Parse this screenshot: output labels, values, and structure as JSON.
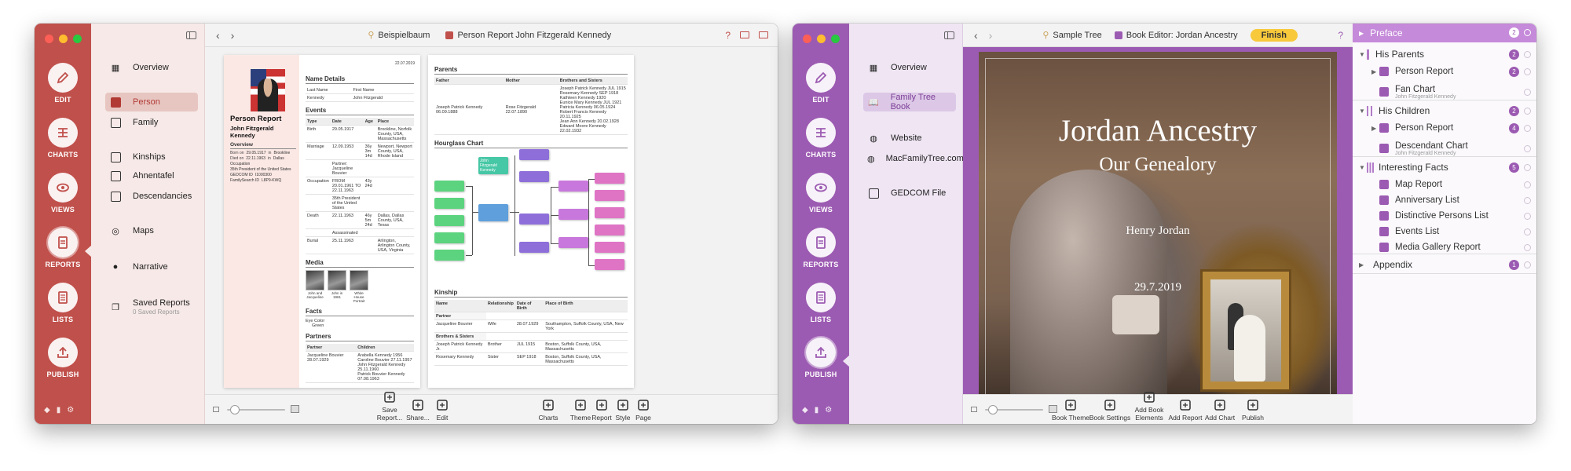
{
  "left_window": {
    "rail": [
      {
        "label": "EDIT",
        "icon": "pencil-icon"
      },
      {
        "label": "CHARTS",
        "icon": "chart-icon"
      },
      {
        "label": "VIEWS",
        "icon": "eye-icon"
      },
      {
        "label": "REPORTS",
        "icon": "report-icon"
      },
      {
        "label": "LISTS",
        "icon": "list-icon"
      },
      {
        "label": "PUBLISH",
        "icon": "upload-icon"
      }
    ],
    "nav": [
      {
        "label": "Overview",
        "icon": "grid-icon"
      },
      {
        "label": "Person",
        "icon": "person-icon"
      },
      {
        "label": "Family",
        "icon": "family-icon"
      },
      {
        "label": "Kinships",
        "icon": "kinship-icon"
      },
      {
        "label": "Ahnentafel",
        "icon": "ahnentafel-icon"
      },
      {
        "label": "Descendancies",
        "icon": "descendancy-icon"
      },
      {
        "label": "Maps",
        "icon": "map-icon"
      },
      {
        "label": "Narrative",
        "icon": "narrative-icon"
      },
      {
        "label": "Saved Reports",
        "sub": "0 Saved Reports",
        "icon": "stack-icon"
      }
    ],
    "toolbar": {
      "tree": "Beispielbaum",
      "doc": "Person Report John Fitzgerald Kennedy"
    },
    "bottom": [
      "Save Report...",
      "Share...",
      "Edit",
      "Charts",
      "Theme",
      "Report",
      "Style",
      "Page"
    ],
    "page1": {
      "date": "22.07.2019",
      "title": "Person Report",
      "name": "John Fitzgerald Kennedy",
      "overview_h": "Overview",
      "overview": [
        "Born on",
        "29.05.1917",
        "in",
        "Brookline",
        "Died on",
        "22.11.1963",
        "in",
        "Dallas",
        "Occupation",
        "35th President of the United States",
        "GEDCOM ID",
        "I1000300",
        "FamilySearch ID",
        "L8P9-KWQ"
      ],
      "name_h": "Name Details",
      "name_rows": [
        [
          "Last Name",
          "First Name"
        ],
        [
          "Kennedy",
          "John Fitzgerald"
        ]
      ],
      "events_h": "Events",
      "events_head": [
        "Type",
        "Date",
        "Age",
        "Place"
      ],
      "events": [
        [
          "Birth",
          "29.05.1917",
          "",
          "Brookline, Norfolk County, USA, Massachusetts"
        ],
        [
          "Marriage",
          "12.09.1953",
          "36y 3m 14d",
          "Newport, Newport County, USA, Rhode Island"
        ],
        [
          "",
          "Partner: Jacqueline Bouvier",
          "",
          ""
        ],
        [
          "Occupation",
          "FROM 20.01.1961 TO 22.11.1963",
          "43y 24d",
          ""
        ],
        [
          "",
          "35th President of the United States",
          "",
          ""
        ],
        [
          "Death",
          "22.11.1963",
          "46y 5m 24d",
          "Dallas, Dallas County, USA, Texas"
        ],
        [
          "",
          "Assassinated",
          "",
          ""
        ],
        [
          "Burial",
          "25.11.1963",
          "",
          "Arlington, Arlington County, USA, Virginia"
        ]
      ],
      "media_h": "Media",
      "media": [
        "John and Jacqueline",
        "John in 1961",
        "White House Portrait"
      ],
      "facts_h": "Facts",
      "facts": [
        "Eye Color",
        "Green"
      ],
      "partners_h": "Partners",
      "partners_head": [
        "Partner",
        "Children"
      ],
      "partner": "Jacqueline Bouvier 28.07.1929",
      "children": [
        "Arabella Kennedy 1956",
        "Caroline Bouvier 27.11.1957",
        "John Fitzgerald Kennedy 25.11.1960",
        "Patrick Bouvier Kennedy 07.08.1963"
      ]
    },
    "page2": {
      "parents_h": "Parents",
      "parents_head": [
        "Father",
        "Mother",
        "Brothers and Sisters"
      ],
      "father": "Joseph Patrick Kennedy 06.09.1888",
      "mother": "Rose Fitzgerald 22.07.1890",
      "siblings": [
        "Joseph Patrick Kennedy JUL 1915",
        "Rosemary Kennedy SEP 1918",
        "Kathleen Kennedy 1920",
        "Eunice Mary Kennedy JUL 1921",
        "Patricia Kennedy 06.05.1924",
        "Robert Francis Kennedy 20.11.1925",
        "Jean Ann Kennedy 20.02.1928",
        "Edward Moore Kennedy 22.02.1932"
      ],
      "hourglass_h": "Hourglass Chart",
      "center_box": "John Fitzgerald Kennedy",
      "kinship_h": "Kinship",
      "kinship_head": [
        "Name",
        "Relationship",
        "Date of Birth",
        "Place of Birth"
      ],
      "kinship": [
        [
          "Partner",
          "",
          "",
          ""
        ],
        [
          "Jacqueline Bouvier",
          "Wife",
          "28.07.1929",
          "Southampton, Suffolk County, USA, New York"
        ],
        [
          "Brothers & Sisters",
          "",
          "",
          ""
        ],
        [
          "Joseph Patrick Kennedy Jr.",
          "Brother",
          "JUL 1915",
          "Boston, Suffolk County, USA, Massachusetts"
        ],
        [
          "Rosemary Kennedy",
          "Sister",
          "SEP 1918",
          "Boston, Suffolk County, USA, Massachusetts"
        ]
      ]
    }
  },
  "right_window": {
    "rail": [
      {
        "label": "EDIT"
      },
      {
        "label": "CHARTS"
      },
      {
        "label": "VIEWS"
      },
      {
        "label": "REPORTS"
      },
      {
        "label": "LISTS"
      },
      {
        "label": "PUBLISH"
      }
    ],
    "nav": [
      {
        "label": "Overview"
      },
      {
        "label": "Family Tree Book"
      },
      {
        "label": "Website"
      },
      {
        "label": "MacFamilyTree.com"
      },
      {
        "label": "GEDCOM File"
      }
    ],
    "toolbar": {
      "tree": "Sample Tree",
      "doc": "Book Editor: Jordan Ancestry",
      "finish": "Finish"
    },
    "cover": {
      "title": "Jordan Ancestry",
      "subtitle": "Our Genealory",
      "author": "Henry Jordan",
      "date": "29.7.2019"
    },
    "bottom": [
      "Book Theme",
      "Book Settings",
      "Add Book Elements",
      "Add Report",
      "Add Chart",
      "Publish"
    ],
    "outline": [
      {
        "label": "Preface",
        "badge": "2"
      },
      {
        "label": "His Parents",
        "badge": "2"
      },
      {
        "label": "Person Report",
        "badge": "2"
      },
      {
        "label": "Fan Chart",
        "sub": "John Fitzgerald Kennedy"
      },
      {
        "label": "His Children",
        "badge": "2"
      },
      {
        "label": "Person Report",
        "badge": "4"
      },
      {
        "label": "Descendant Chart",
        "sub": "John Fitzgerald Kennedy"
      },
      {
        "label": "Interesting Facts",
        "badge": "5"
      },
      {
        "label": "Map Report"
      },
      {
        "label": "Anniversary List"
      },
      {
        "label": "Distinctive Persons List"
      },
      {
        "label": "Events List"
      },
      {
        "label": "Media Gallery Report"
      },
      {
        "label": "Appendix",
        "badge": "1"
      }
    ]
  },
  "colors": {
    "left_accent": "#c0504b",
    "right_accent": "#9c5bb2",
    "finish": "#f7c93b"
  }
}
